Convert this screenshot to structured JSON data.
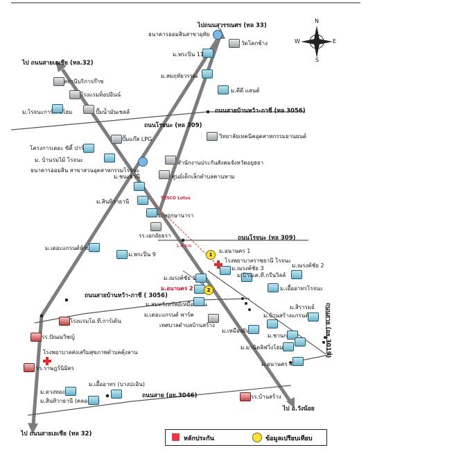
{
  "roads": {
    "to_suwannason": "ไปถนนสุวรรณศร (ทล 33)",
    "to_asia_top": "ไป ถนนสายเอเชีย (ทล.32)",
    "to_asia_bottom": "ไป ถนนสายเอเชีย (ทล 32)",
    "rojana_309_upper": "ถนนโรจนะ (ทล 309)",
    "rojana_309_lower": "ถนนโรจนะ (ทล 309)",
    "ban_wa_3056_upper": "ถนนสายบ้านหว้า-ภาชี (ทล 3056)",
    "ban_wa_3056_lower": "ถนนสายบ้านหว้า-ภาชี ( 3056)",
    "road_3046": "ถนนสาย (อย.3046)",
    "road_3019": "ถนนสาย (อย.3019)",
    "to_wang_noi": "ไป อ.วังน้อย",
    "distance": "1.8 km"
  },
  "places": {
    "bank_ayutthaya": "ธนาคารออมสินสาขาอุทัย",
    "wat_khok_chang": "วัดโคกช้าง",
    "m_phruksa_11": "ม.พระปิ่น 11",
    "m_sompop": "ม.สมฤทัยวรรณ",
    "m_dd_land": "ม.ดีดี แลนด์",
    "asia_service": "สถานีบริการก๊าซ",
    "hotel_topin": "โรงแรมท็อปอินน์",
    "m_rojana_garden": "ม.โรจนะการ์เด้นโฮม",
    "gas_station": "ปั๊มน้ำมันเชลล์",
    "lpg_station": "ปั๊มแก๊ส LPG",
    "college": "วิทยาลัยเทคนิคอุตสาหกรรมยานยนต์",
    "the_city_park": "โครงการเดอะ ซิตี้ ปาร์ค",
    "m_ban_rom_mai": "ม. บ้านร่มไม้  โรจนะ",
    "bank_gsb_rojana": "ธนาคารออมสิน สาขาสวนอุตสาหกรรมโรจนะ",
    "social_security": "สำนักงานประกันสังคมจังหวัดอยุธยา",
    "m_chanathani": "ม.ชนะธานี",
    "child_center": "ศูนย์เด็กเล็กตำบลคานหาม",
    "m_sinthani": "ม.สินทิวาธานี",
    "tesco": "TESCO Lotus",
    "m_phruksa_nara": "ม.พฤกษานารา",
    "school_ek": "รร.เอกอัยยรา",
    "m_the_grand_huay": "ม.เดอะแกรนด์ห้วยเอง",
    "m_phruksa_9": "ม.พระปิ่น 9",
    "m_anan_1": "ม.อนานคร 1",
    "hospital_rojana": "โรงพยาบาลราชธานี โรจนะ",
    "m_narong_3": "ม.ณรงค์ชัย 3",
    "m_narong_2": "ม.ณรงค์ชัย 2",
    "m_ban_kt": "ม.บ้านเค.ที.กรีนวิลล์",
    "m_narong_1": "ม.ณรงค์ชัย 1",
    "m_anan_2": "ม.อนานคร 2",
    "m_eua_rojana": "ม.เอื้ออาทรโรจนะ",
    "m_somwong": "ม.สมหวังทรัพย์เหมืองแสน",
    "m_the_grand_park": "ม.เดอะแกรนด์ พาร์ค",
    "tessaban": "เทศบาลตำบลบ้านสร้าง",
    "m_sirarom": "ม.สิรารมย์",
    "m_ban_sang_grand": "ม.บ้านสร้างแกรนด์",
    "hotel_ot": "โรงแรมโอ.ที.การ์เด้น",
    "m_muang_fan": "ม.เหมืองฝัน",
    "school_bankrachit": "รร.ปัณณวิชญ์",
    "m_chanakrung": "ม.ชานกรุง",
    "health_hospital": "โรงพยาบาลส่งเสริมสุขภาพตำบลคุ้งลาน",
    "m_manit": "ม.มานิตลิฟวิ่งโฮม",
    "school_rachrat": "รร.ราษฎร์นิมิตร",
    "m_anan_4": "ม.อนานคร 4",
    "m_eua_bangpa": "ม.เอื้ออาทร (บางปะอิน)",
    "m_duangthong": "ม.ดวงทอง",
    "m_sinthani_klong": "ม.สินทิวาธานี (คลองขัน)",
    "school_ban_sang": "รร.บ้านสร้าง"
  },
  "compass": {
    "n": "N",
    "s": "S",
    "e": "E",
    "w": "W"
  },
  "legend": {
    "main": "หลักประกัน",
    "compare": "ข้อมูลเปรียบเทียบ"
  },
  "markers": {
    "one": "1",
    "two": "2"
  },
  "colors": {
    "road": "#7d7d7d",
    "collateral": "#e63a4a",
    "compare": "#ffe33d"
  }
}
